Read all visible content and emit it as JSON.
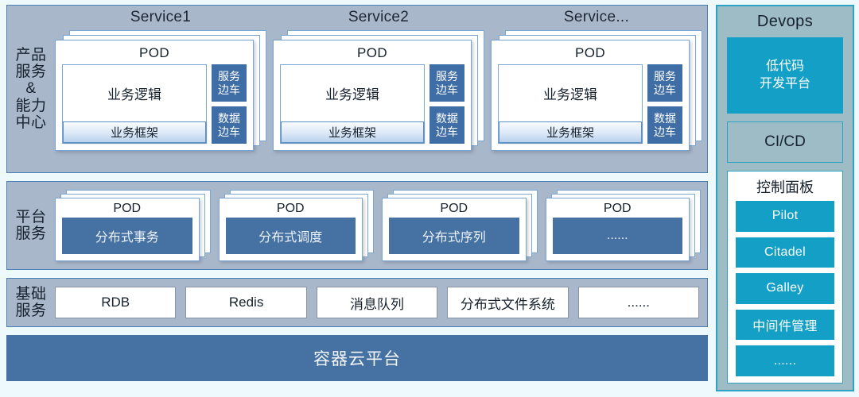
{
  "bands": {
    "services": {
      "label": "产品\n服务\n&\n能力\n中心",
      "pod_title": "POD",
      "logic_label": "业务逻辑",
      "framework_label": "业务框架",
      "sidecars": [
        "服务\n边车",
        "数据\n边车"
      ],
      "items": [
        {
          "title": "Service1"
        },
        {
          "title": "Service2"
        },
        {
          "title": "Service..."
        }
      ]
    },
    "platform": {
      "label": "平台\n服务",
      "pod_title": "POD",
      "items": [
        {
          "name": "分布式事务"
        },
        {
          "name": "分布式调度"
        },
        {
          "name": "分布式序列"
        },
        {
          "name": "......"
        }
      ]
    },
    "basic": {
      "label": "基础\n服务",
      "items": [
        {
          "name": "RDB"
        },
        {
          "name": "Redis"
        },
        {
          "name": "消息队列"
        },
        {
          "name": "分布式文件系统"
        },
        {
          "name": "......"
        }
      ]
    },
    "cloud": {
      "label": "容器云平台"
    }
  },
  "sidebar": {
    "title": "Devops",
    "lowcode": "低代码\n开发平台",
    "cicd": "CI/CD",
    "panel": {
      "title": "控制面板",
      "buttons": [
        {
          "label": "Pilot"
        },
        {
          "label": "Citadel"
        },
        {
          "label": "Galley"
        },
        {
          "label": "中间件管理"
        },
        {
          "label": "......"
        }
      ]
    }
  },
  "colors": {
    "page_bg": "#eef9fd",
    "band_bg": "#a9b7cb",
    "band_border": "#4a7fb5",
    "steel_blue": "#4571a3",
    "sidecar_blue": "#3f6da6",
    "cyan": "#14a0c6",
    "sidebar_bg": "#9dbcc5",
    "sidebar_border": "#2aa3c4"
  }
}
